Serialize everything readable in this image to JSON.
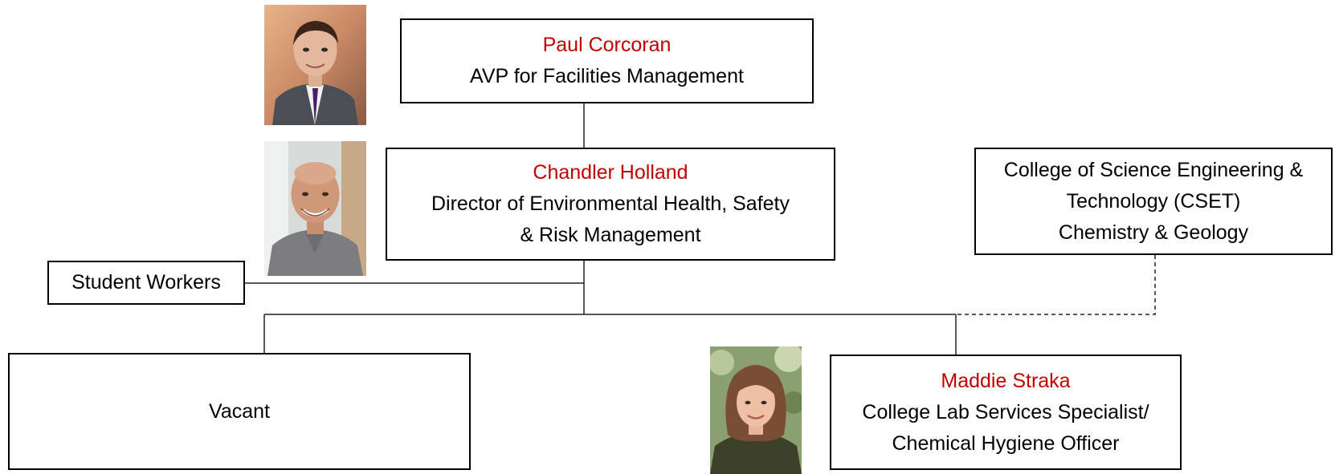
{
  "colors": {
    "name_text": "#c00000",
    "body_text": "#000000",
    "box_border": "#000000",
    "connector": "#222222"
  },
  "nodes": {
    "paul": {
      "name": "Paul Corcoran",
      "title": "AVP for Facilities Management"
    },
    "chandler": {
      "name": "Chandler Holland",
      "title_line1": "Director of Environmental Health, Safety",
      "title_line2": "& Risk Management"
    },
    "cset": {
      "line1": "College of Science Engineering &",
      "line2": "Technology (CSET)",
      "line3": "Chemistry & Geology"
    },
    "students": {
      "label": "Student Workers"
    },
    "vacant": {
      "label": "Vacant"
    },
    "maddie": {
      "name": "Maddie Straka",
      "title_line1": "College Lab Services Specialist/",
      "title_line2": "Chemical Hygiene Officer"
    }
  },
  "photos": {
    "paul": "man-portrait-photo",
    "chandler": "man-portrait-photo",
    "maddie": "woman-portrait-photo"
  },
  "connectors": {
    "solid": [
      "paul-to-chandler",
      "chandler-to-branch",
      "students-to-spine",
      "branch-to-vacant",
      "branch-to-maddie"
    ],
    "dashed": [
      "cset-to-branch"
    ]
  }
}
